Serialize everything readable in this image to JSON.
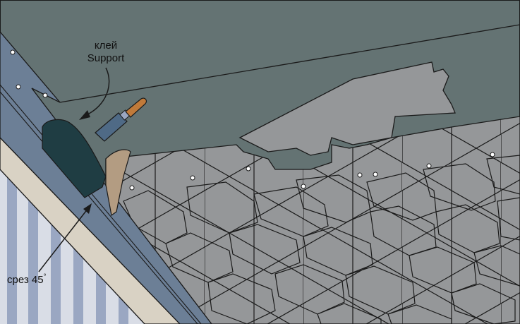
{
  "labels": {
    "glue_line1": "клей",
    "glue_line2": "Support",
    "cut": "срез 45",
    "cut_degree": "°"
  },
  "colors": {
    "underlayment": "#647373",
    "shingle": "#959799",
    "drip_edge": "#6c7f96",
    "fascia": "#d9d2c4",
    "siding_light": "#d9dde6",
    "siding_stripe": "#9aa7c2",
    "glue_blob": "#1f3d43",
    "shingle_cut_piece": "#b39c82",
    "outline": "#1a1a1a"
  },
  "icons": {
    "trowel": "trowel-icon",
    "nail": "nail-icon"
  }
}
